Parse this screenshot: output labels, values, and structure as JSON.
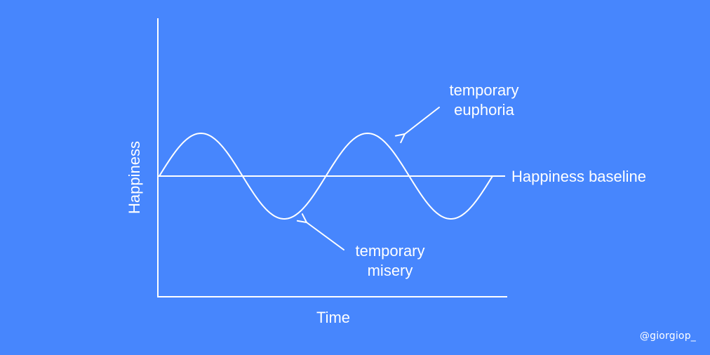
{
  "diagram": {
    "background_color": "#4786fd",
    "line_color": "#ffffff",
    "y_axis_label": "Happiness",
    "x_axis_label": "Time",
    "baseline_label": "Happiness baseline",
    "annotations": {
      "euphoria": [
        "temporary",
        "euphoria"
      ],
      "misery": [
        "temporary",
        "misery"
      ]
    },
    "wave": {
      "description_type": "sine",
      "cycles": 2
    }
  },
  "watermark": "@giorgiop_"
}
